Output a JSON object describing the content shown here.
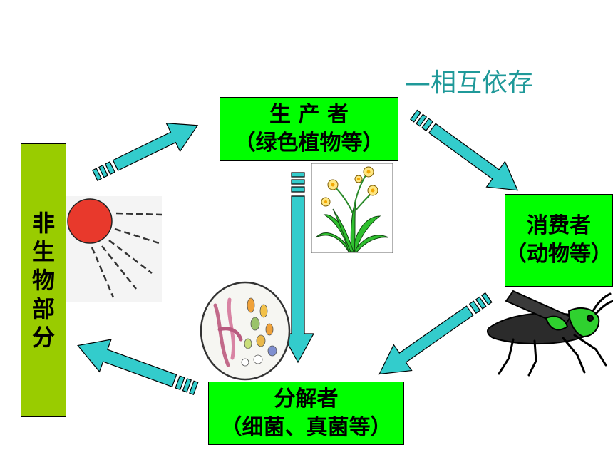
{
  "subtitle": "—相互依存",
  "producer": {
    "line1": "生 产 者",
    "line2": "（绿色植物等）"
  },
  "consumer": {
    "line1": "消费者",
    "line2": "（动物等）"
  },
  "decomposer": {
    "line1": "分解者",
    "line2": "（细菌、真菌等）"
  },
  "abiotic": {
    "chars": [
      "非",
      "生",
      "物",
      "部",
      "分"
    ]
  },
  "colors": {
    "box_green": "#00ff00",
    "abiotic_olive": "#99cc00",
    "arrow_teal": "#33cccc",
    "subtitle_teal": "#1f9999",
    "sun_red": "#e8392c"
  }
}
